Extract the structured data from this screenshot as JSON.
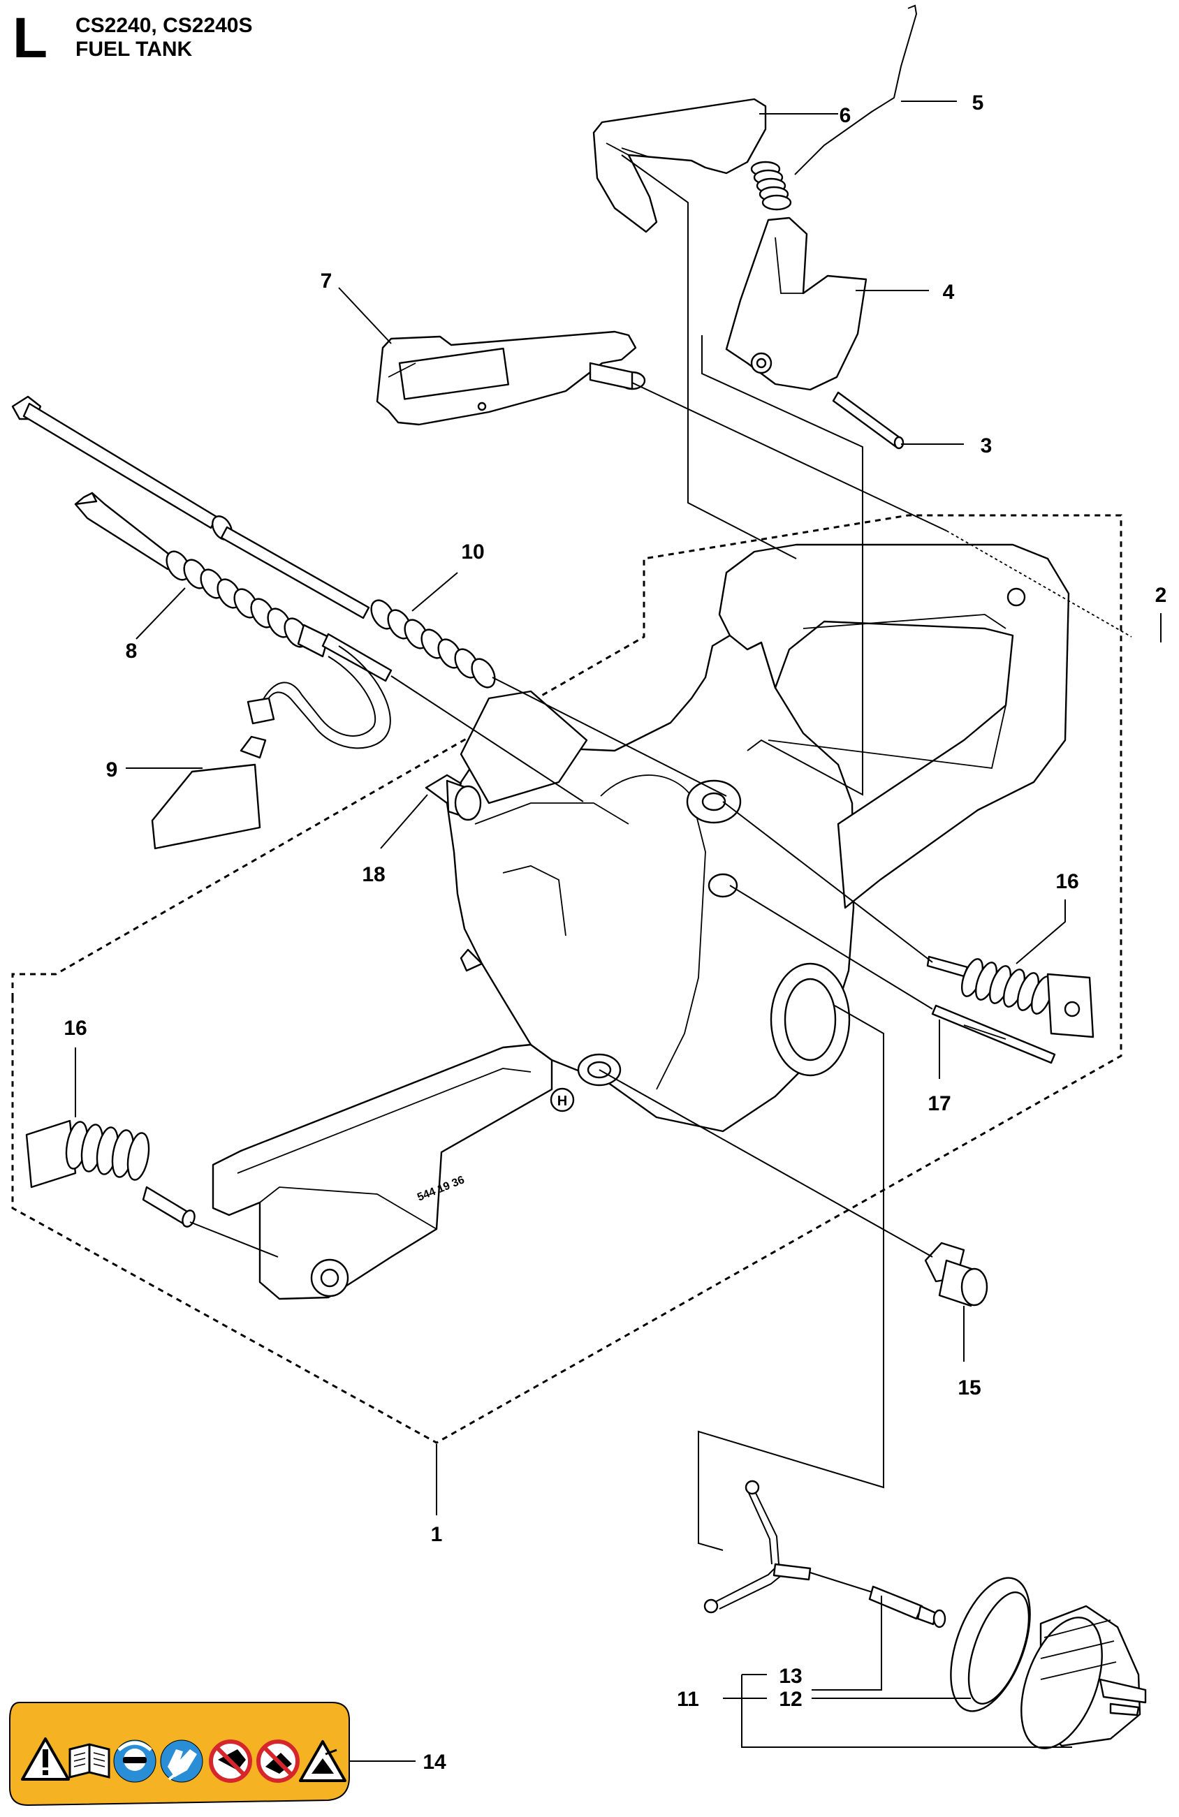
{
  "header": {
    "section_letter": "L",
    "models": "CS2240, CS2240S",
    "title": "FUEL TANK"
  },
  "callouts": [
    {
      "id": "1",
      "label": "1"
    },
    {
      "id": "2",
      "label": "2"
    },
    {
      "id": "3",
      "label": "3"
    },
    {
      "id": "4",
      "label": "4"
    },
    {
      "id": "5",
      "label": "5"
    },
    {
      "id": "6",
      "label": "6"
    },
    {
      "id": "7",
      "label": "7"
    },
    {
      "id": "8",
      "label": "8"
    },
    {
      "id": "9",
      "label": "9"
    },
    {
      "id": "10",
      "label": "10"
    },
    {
      "id": "11",
      "label": "11"
    },
    {
      "id": "12",
      "label": "12"
    },
    {
      "id": "13",
      "label": "13"
    },
    {
      "id": "14",
      "label": "14"
    },
    {
      "id": "15",
      "label": "15"
    },
    {
      "id": "16a",
      "label": "16"
    },
    {
      "id": "16b",
      "label": "16"
    },
    {
      "id": "17",
      "label": "17"
    },
    {
      "id": "18",
      "label": "18"
    }
  ],
  "tank_markings": {
    "brand_logo": "H",
    "part_code": "544 19 36"
  },
  "warning_decal": {
    "background_color": "#f5b324",
    "icons": [
      "warning-triangle-icon",
      "read-manual-icon",
      "wear-protection-icon",
      "wear-gloves-icon",
      "no-one-hand-use-icon",
      "no-kickback-icon",
      "kickback-warning-icon"
    ]
  }
}
